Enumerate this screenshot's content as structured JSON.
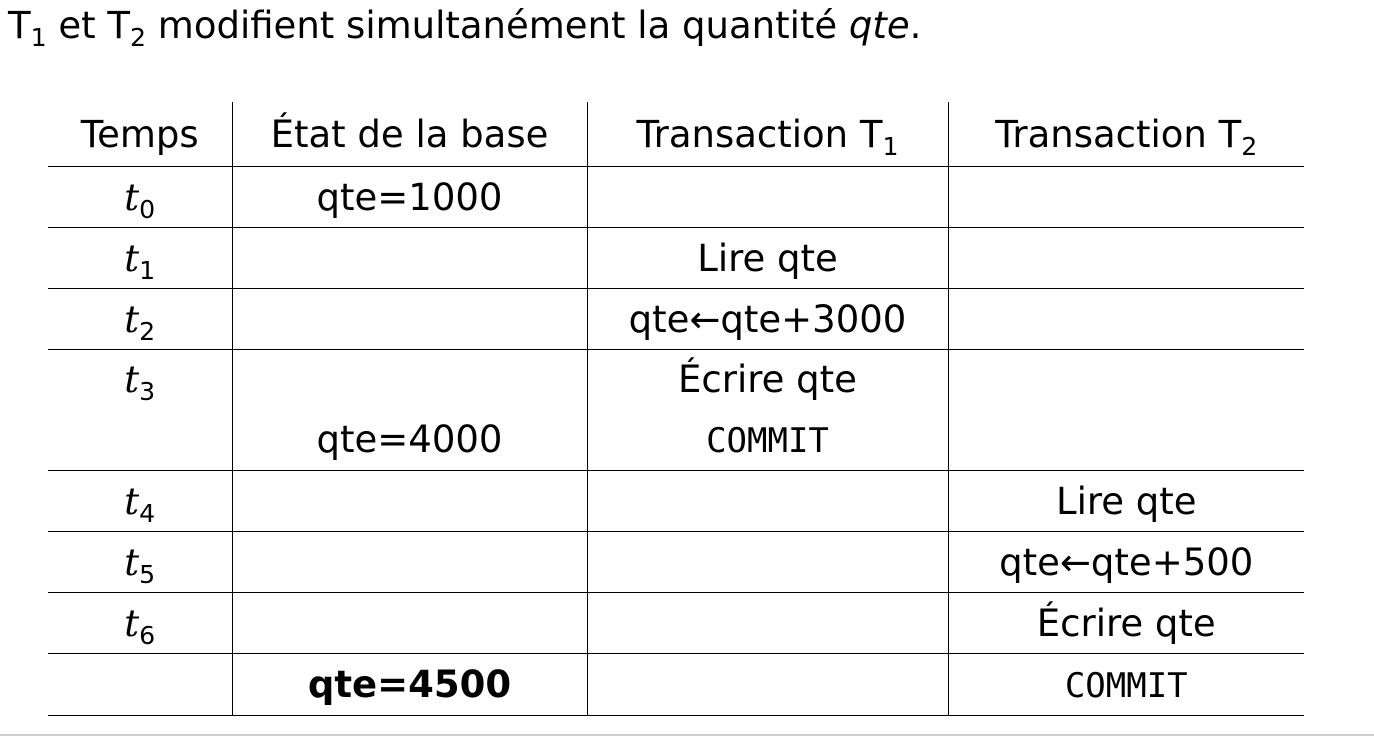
{
  "intro": {
    "t1_letter": "T",
    "t1_sub": "1",
    "and": " et ",
    "t2_letter": "T",
    "t2_sub": "2",
    "text": " modifient simultanément la quantité ",
    "var": "qte",
    "end": "."
  },
  "table": {
    "headers": {
      "time": "Temps",
      "state": "État de la base",
      "tx1_label": "Transaction T",
      "tx1_sub": "1",
      "tx2_label": "Transaction T",
      "tx2_sub": "2"
    },
    "rows": [
      {
        "t": "t",
        "sub": "0",
        "state": "qte=1000",
        "tx1": "",
        "tx2": ""
      },
      {
        "t": "t",
        "sub": "1",
        "state": "",
        "tx1": "Lire qte",
        "tx2": ""
      },
      {
        "t": "t",
        "sub": "2",
        "state": "",
        "tx1": "qte←qte+3000",
        "tx2": ""
      },
      {
        "t": "t",
        "sub": "3",
        "state": "",
        "tx1": "Écrire qte",
        "tx2": ""
      },
      {
        "t": "",
        "sub": "",
        "state": "qte=4000",
        "tx1": "COMMIT",
        "tx2": ""
      },
      {
        "t": "t",
        "sub": "4",
        "state": "",
        "tx1": "",
        "tx2": "Lire qte"
      },
      {
        "t": "t",
        "sub": "5",
        "state": "",
        "tx1": "",
        "tx2": "qte←qte+500"
      },
      {
        "t": "t",
        "sub": "6",
        "state": "",
        "tx1": "",
        "tx2": "Écrire qte"
      },
      {
        "t": "",
        "sub": "",
        "state": "qte=4500",
        "tx1": "",
        "tx2": "COMMIT"
      }
    ]
  }
}
